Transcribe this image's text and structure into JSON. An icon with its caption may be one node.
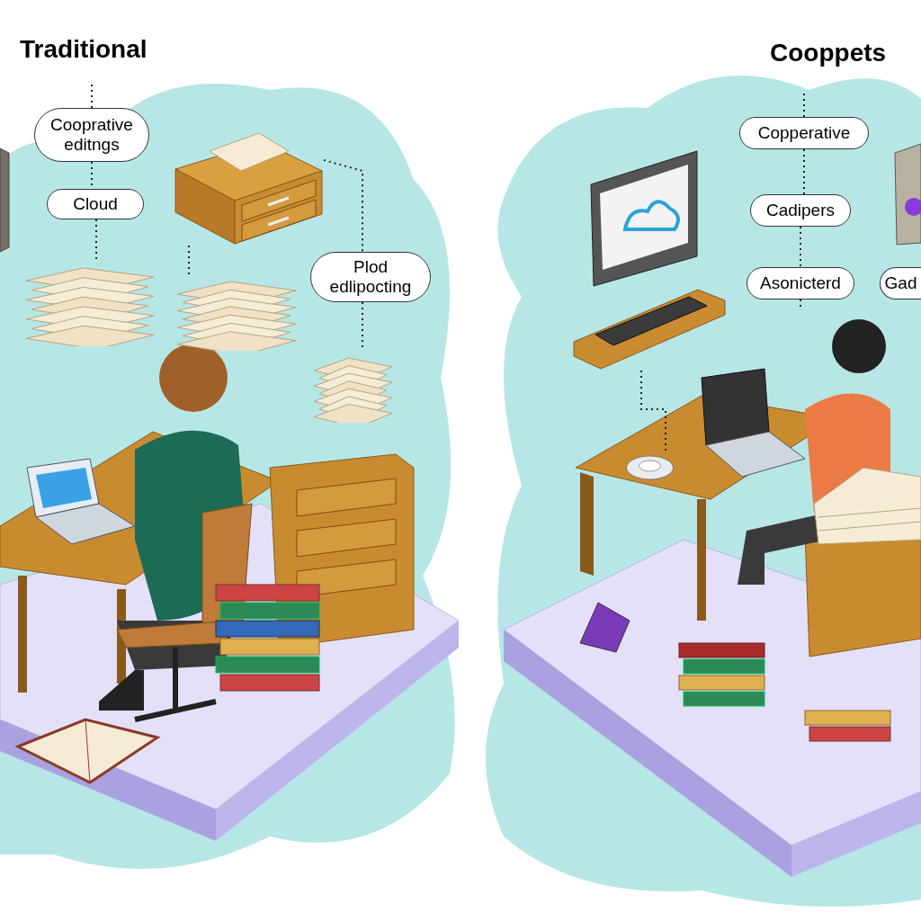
{
  "diagram": {
    "nodes": [
      {
        "text": [
          "Cooprative editngs"
        ]
      },
      {
        "text": [
          "Cloud"
        ]
      },
      {
        "text": [
          "Plod edlipocting"
        ]
      },
      {
        "text": [
          "Copperative"
        ]
      },
      {
        "text": [
          "Cadipers"
        ]
      },
      {
        "text": [
          "Asonicterd"
        ]
      },
      {
        "text": [
          "Gad"
        ]
      },
      {
        "text": [],
        "shape": "picture"
      },
      {
        "text": [],
        "shape": "picture"
      },
      {
        "text": [],
        "shape": "picture"
      },
      {
        "text": [],
        "shape": "picture"
      },
      {
        "text": [],
        "shape": "picture"
      },
      {
        "text": [],
        "shape": "picture"
      }
    ],
    "edges": [
      {
        "from": null,
        "to": 0,
        "arrow": "none",
        "style": "dashed"
      },
      {
        "from": 0,
        "to": 1,
        "arrow": "none",
        "style": "dashed"
      },
      {
        "from": 1,
        "to": 7,
        "arrow": "none",
        "style": "dashed"
      },
      {
        "from": 8,
        "to": 2,
        "arrow": "none",
        "style": "dashed"
      },
      {
        "from": 2,
        "to": 10,
        "arrow": "none",
        "style": "dashed"
      },
      {
        "from": 8,
        "to": 9,
        "arrow": "none",
        "style": "dashed"
      },
      {
        "from": null,
        "to": 3,
        "arrow": "none",
        "style": "dashed"
      },
      {
        "from": 3,
        "to": 4,
        "arrow": "none",
        "style": "dashed"
      },
      {
        "from": 4,
        "to": 5,
        "arrow": "none",
        "style": "dashed"
      },
      {
        "from": 5,
        "to": null,
        "arrow": "none",
        "style": "dashed"
      },
      {
        "from": 11,
        "to": 12,
        "arrow": "none",
        "style": "dashed"
      }
    ],
    "labels": [
      "Traditional",
      "Cooppets"
    ]
  }
}
